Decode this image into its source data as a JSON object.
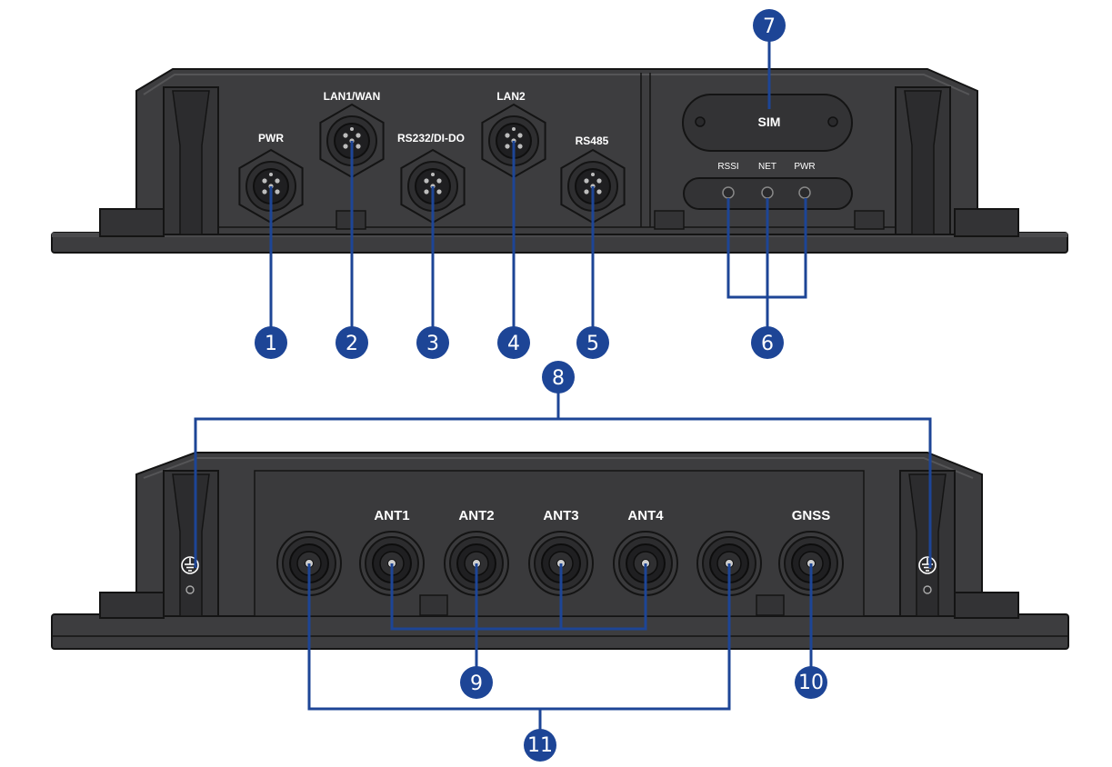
{
  "front_panel": {
    "ports": [
      {
        "label": "PWR"
      },
      {
        "label": "LAN1/WAN"
      },
      {
        "label": "RS232/DI-DO"
      },
      {
        "label": "LAN2"
      },
      {
        "label": "RS485"
      }
    ],
    "sim_label": "SIM",
    "leds": [
      {
        "label": "RSSI"
      },
      {
        "label": "NET"
      },
      {
        "label": "PWR"
      }
    ]
  },
  "rear_panel": {
    "antennas": [
      {
        "label": ""
      },
      {
        "label": "ANT1"
      },
      {
        "label": "ANT2"
      },
      {
        "label": "ANT3"
      },
      {
        "label": "ANT4"
      },
      {
        "label": ""
      },
      {
        "label": "GNSS"
      }
    ]
  },
  "callouts": [
    "1",
    "2",
    "3",
    "4",
    "5",
    "6",
    "7",
    "8",
    "9",
    "10",
    "11"
  ],
  "colors": {
    "callout": "#1d4596",
    "housing": "#3d3d3f",
    "housing_dark": "#2a2a2c",
    "outline": "#141414",
    "text": "#ffffff"
  },
  "icons": {
    "ground": "ground-icon"
  }
}
